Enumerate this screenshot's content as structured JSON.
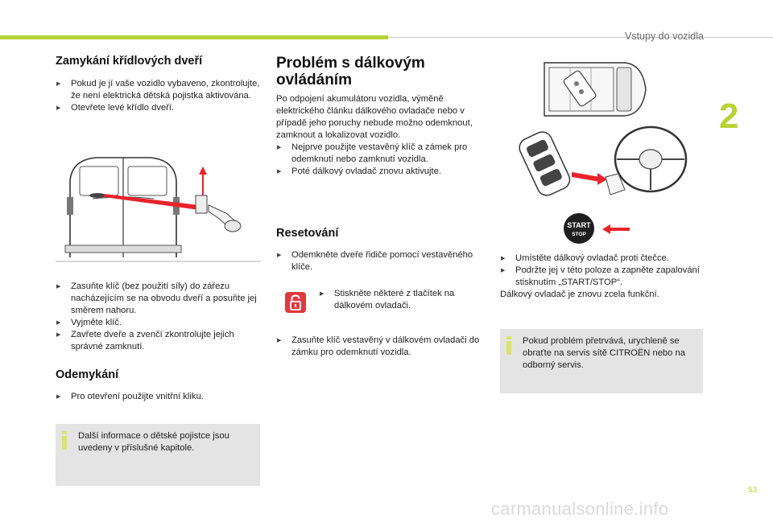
{
  "header": {
    "section_title": "Vstupy do vozidla",
    "chapter_number": "2"
  },
  "left": {
    "title": "Zamykání křídlových dveří",
    "bullets_top": [
      "Pokud je jí vaše vozidlo vybaveno, zkontrolujte, že není elektrická dětská pojistka aktivována.",
      "Otevřete levé křídlo dveří."
    ],
    "bullets_bottom": [
      "Zasuňte klíč (bez použití síly) do zářezu nacházejícím se na obvodu dveří a posuňte jej směrem nahoru.",
      "Vyjměte klíč.",
      "Zavřete dveře a zvenčí zkontrolujte jejich správné zamknutí."
    ],
    "unlock_title": "Odemykání",
    "unlock_bullets": [
      "Pro otevření použijte vnitřní kliku."
    ],
    "info": "Další informace o dětské pojistce jsou uvedeny v příslušné kapitole."
  },
  "middle": {
    "title": "Problém s dálkovým ovládáním",
    "intro": "Po odpojení akumulátoru vozidla, výměně elektrického článku dálkového ovladače nebo v případě jeho poruchy nebude možno odemknout, zamknout a lokalizovat vozidlo.",
    "bullets": [
      "Nejprve použijte vestavěný klíč a zámek pro odemknutí nebo zamknutí vozidla.",
      "Poté dálkový ovladač znovu aktivujte."
    ],
    "reset_title": "Resetování",
    "reset_bullets_1": [
      "Odemkněte dveře řidiče pomocí vestavěného klíče."
    ],
    "reset_bullets_2": [
      "Stiskněte některé z tlačítek na dálkovém ovladači."
    ],
    "reset_bullets_3": [
      "Zasuňte klíč vestavěný v dálkovém ovladači do zámku pro odemknutí vozidla."
    ]
  },
  "right": {
    "start_line1": "START",
    "start_line2": "STOP",
    "bullets": [
      "Umístěte dálkový ovladač proti čtečce.",
      "Podržte jej v této poloze a zapněte zapalování stisknutím „START/STOP“."
    ],
    "after_bullets": "Dálkový ovladač je znovu zcela funkční.",
    "info": "Pokud problém přetrvává, urychleně se obraťte na servis sítě CITROËN nebo na odborný servis."
  },
  "footer": {
    "page_number": "53",
    "watermark": "carmanualsonline.info"
  },
  "icons": {
    "info": "info-icon",
    "unlock": "padlock-icon",
    "bullet": "triangle-bullet-icon"
  },
  "colors": {
    "accent_green": "#b6d334",
    "info_box": "#e4e4e4",
    "icon_red": "#e0393e",
    "arrow_red": "#e8232a"
  }
}
